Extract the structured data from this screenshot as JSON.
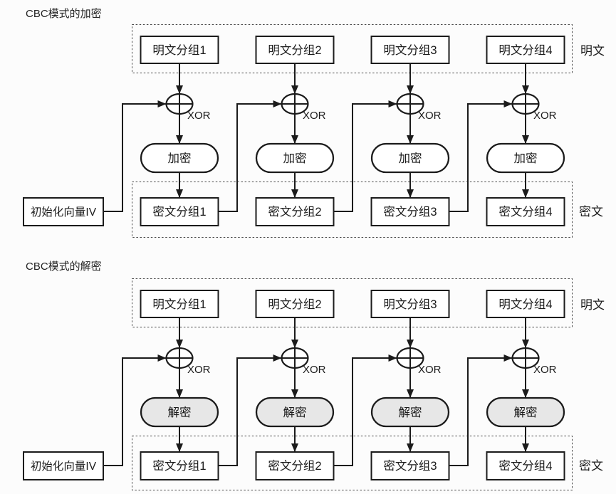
{
  "page": {
    "background": "#fcfcfc"
  },
  "colors": {
    "line": "#1b1b1b",
    "box_fill": "#ffffff",
    "decrypt_fill": "#e7e7e7",
    "dashed_border": "#4a4a4a"
  },
  "encryption": {
    "title": "CBC模式的加密",
    "plaintext_group_label": "明文",
    "ciphertext_group_label": "密文",
    "iv_label": "初始化向量IV",
    "xor_label": "XOR",
    "operation_label": "加密",
    "plaintext_blocks": [
      "明文分组1",
      "明文分组2",
      "明文分组3",
      "明文分组4"
    ],
    "ciphertext_blocks": [
      "密文分组1",
      "密文分组2",
      "密文分组3",
      "密文分组4"
    ]
  },
  "decryption": {
    "title": "CBC模式的解密",
    "plaintext_group_label": "明文",
    "ciphertext_group_label": "密文",
    "iv_label": "初始化向量IV",
    "xor_label": "XOR",
    "operation_label": "解密",
    "plaintext_blocks": [
      "明文分组1",
      "明文分组2",
      "明文分组3",
      "明文分组4"
    ],
    "ciphertext_blocks": [
      "密文分组1",
      "密文分组2",
      "密文分组3",
      "密文分组4"
    ]
  }
}
